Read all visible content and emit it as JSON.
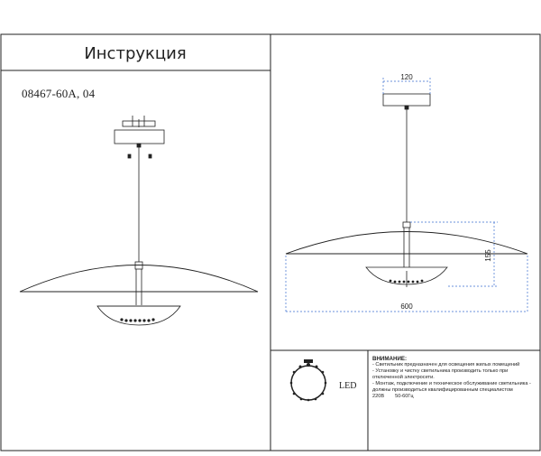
{
  "header": {
    "title": "Инструкция"
  },
  "product": {
    "model": "08467-60A, 04"
  },
  "dimensions": {
    "mount_width": "120",
    "height": "155",
    "shade_diameter": "600"
  },
  "light_source": {
    "label": "LED"
  },
  "warnings": {
    "heading": "ВНИМАНИЕ:",
    "lines": [
      "- Светильник предназначен для освещения жилых помещений",
      "- Установку и чистку светильника производить только при отключенной электросети.",
      "- Монтаж, подключение и техническое обслуживание светильника - должны производиться квалифицированным специалистом"
    ],
    "voltage": "220В",
    "frequency": "50-60Гц"
  },
  "colors": {
    "line": "#222222",
    "dimension": "#3b6fd0"
  }
}
